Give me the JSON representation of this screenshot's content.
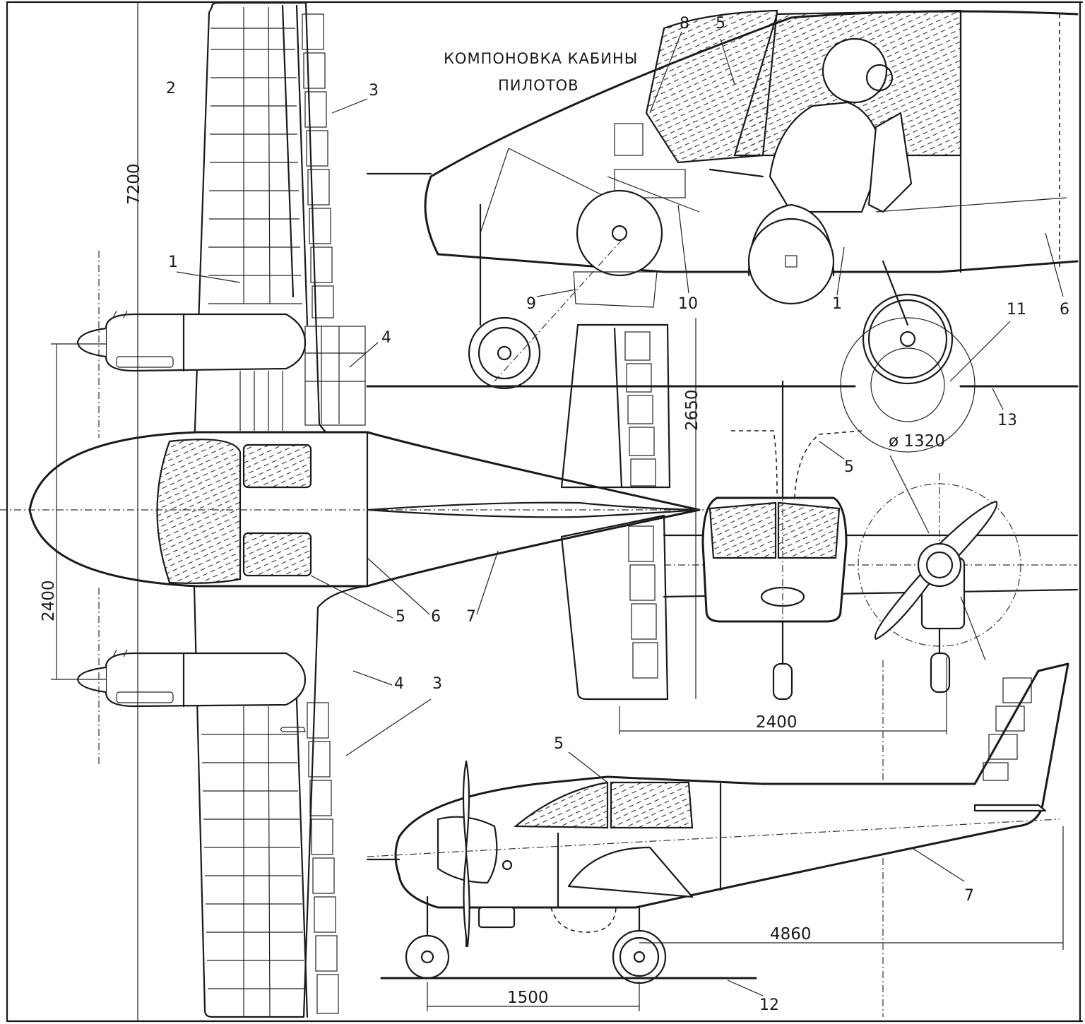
{
  "inset_title": {
    "line1": "КОМПОНОВКА КАБИНЫ",
    "line2": "ПИЛОТОВ"
  },
  "dimensions": {
    "wingspan": "7200",
    "engine_spacing_top": "2400",
    "height": "2650",
    "engine_spacing_front": "2400",
    "propeller_diameter": "ø 1320",
    "length": "4860",
    "wheelbase": "1500"
  },
  "callouts": {
    "top_view": [
      "1",
      "2",
      "3",
      "4",
      "5",
      "6",
      "7",
      "4",
      "3"
    ],
    "cockpit_view": [
      "8",
      "5",
      "9",
      "10",
      "1",
      "6",
      "11",
      "13"
    ],
    "front_view": [
      "5"
    ],
    "side_view": [
      "5",
      "7",
      "12"
    ]
  },
  "colors": {
    "ink": "#1a1a1a",
    "paper": "#ffffff"
  }
}
